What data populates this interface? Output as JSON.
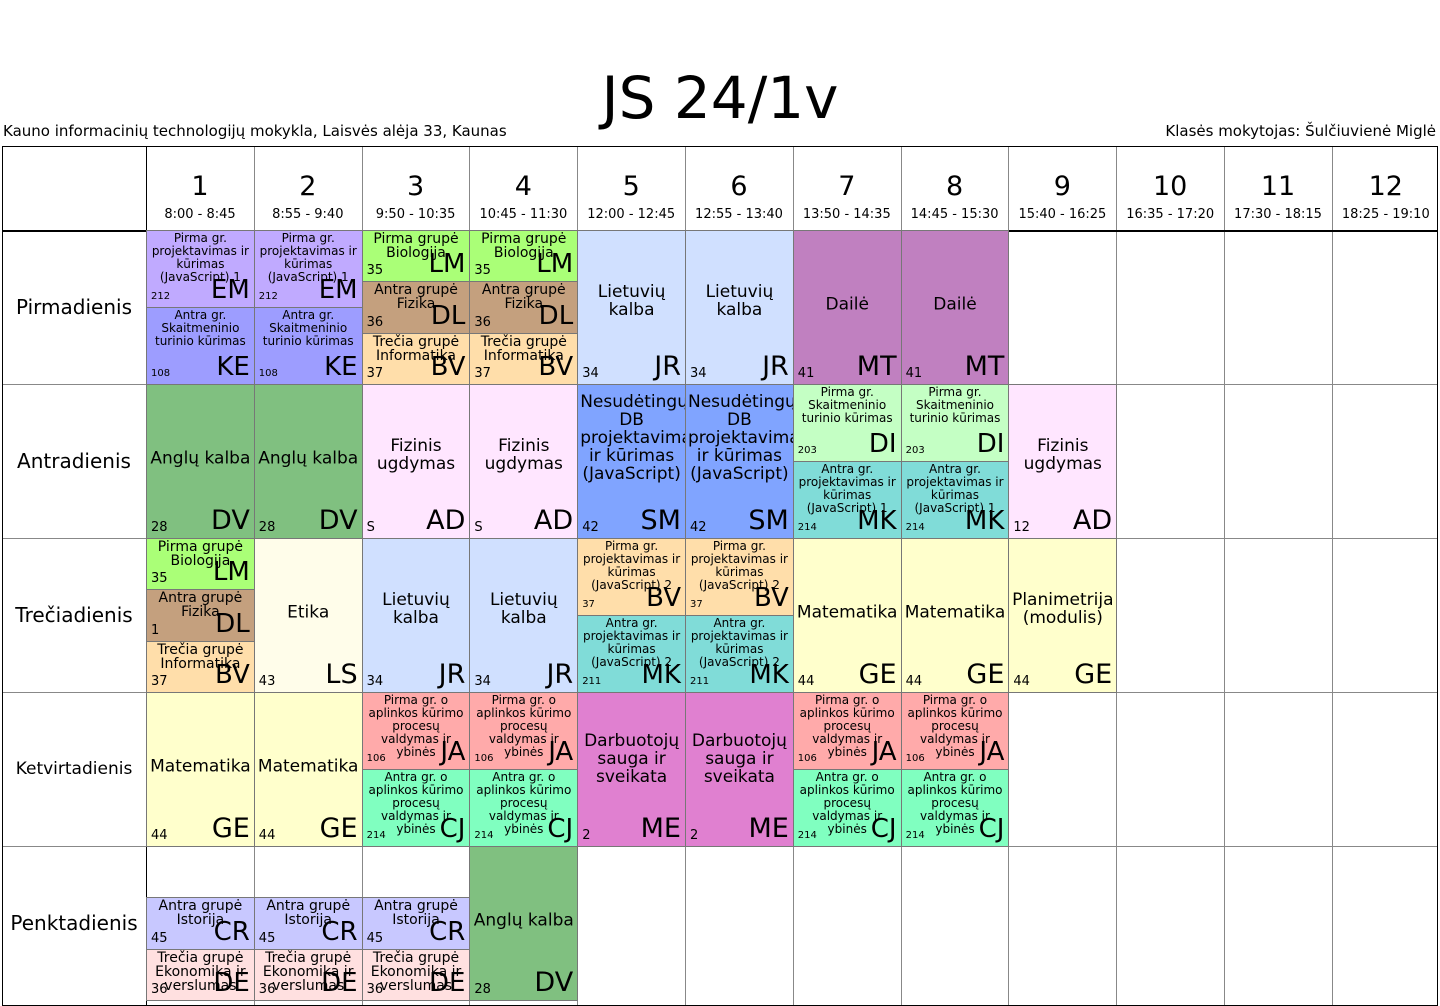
{
  "title": "JS 24/1v",
  "school": "Kauno informacinių technologijų mokykla, Laisvės alėja 33, Kaunas",
  "class_teacher": "Klasės mokytojas: Šulčiuvienė Miglė",
  "periods": [
    {
      "num": "1",
      "time": "8:00 - 8:45"
    },
    {
      "num": "2",
      "time": "8:55 - 9:40"
    },
    {
      "num": "3",
      "time": "9:50 - 10:35"
    },
    {
      "num": "4",
      "time": "10:45 - 11:30"
    },
    {
      "num": "5",
      "time": "12:00 - 12:45"
    },
    {
      "num": "6",
      "time": "12:55 - 13:40"
    },
    {
      "num": "7",
      "time": "13:50 - 14:35"
    },
    {
      "num": "8",
      "time": "14:45 - 15:30"
    },
    {
      "num": "9",
      "time": "15:40 - 16:25"
    },
    {
      "num": "10",
      "time": "16:35 - 17:20"
    },
    {
      "num": "11",
      "time": "17:30 - 18:15"
    },
    {
      "num": "12",
      "time": "18:25 - 19:10"
    }
  ],
  "days": [
    "Pirmadienis",
    "Antradienis",
    "Trečiadienis",
    "Ketvirtadienis",
    "Penktadienis"
  ],
  "colors": {
    "purple_light": "#c0aaff",
    "blue_violet": "#9d9dff",
    "green_lime": "#aaff77",
    "brown": "#c4a07e",
    "peach": "#ffdeaa",
    "light_blue": "#d0e0ff",
    "mauve": "#c080c0",
    "green": "#80c080",
    "pink_light": "#ffe6ff",
    "royal_blue": "#80a4ff",
    "mint": "#c4ffc4",
    "teal": "#80dcd8",
    "cream": "#fffdea",
    "yellow_light": "#ffffcc",
    "salmon": "#ffaaaa",
    "aqua_green": "#80ffc0",
    "magenta": "#e080d0",
    "lavender": "#c8c8ff",
    "rose_light": "#ffe0e0"
  },
  "lessons": [
    {
      "day": 0,
      "p": 0,
      "slot": 0,
      "of": 2,
      "color": "#c0aaff",
      "subject": "Pirma gr. projektavimas ir kūrimas (JavaScript) 1",
      "teacher": "EM",
      "room": "212",
      "sz": "xs"
    },
    {
      "day": 0,
      "p": 0,
      "slot": 1,
      "of": 2,
      "color": "#9d9dff",
      "subject": "Antra gr. Skaitmeninio turinio kūrimas",
      "teacher": "KE",
      "room": "108",
      "sz": "xs"
    },
    {
      "day": 0,
      "p": 1,
      "slot": 0,
      "of": 2,
      "color": "#c0aaff",
      "subject": "Pirma gr. projektavimas ir kūrimas (JavaScript) 1",
      "teacher": "EM",
      "room": "212",
      "sz": "xs"
    },
    {
      "day": 0,
      "p": 1,
      "slot": 1,
      "of": 2,
      "color": "#9d9dff",
      "subject": "Antra gr. Skaitmeninio turinio kūrimas",
      "teacher": "KE",
      "room": "108",
      "sz": "xs"
    },
    {
      "day": 0,
      "p": 2,
      "slot": 0,
      "of": 3,
      "color": "#aaff77",
      "subject": "Pirma grupė Biologija",
      "teacher": "LM",
      "room": "35",
      "sz": "s"
    },
    {
      "day": 0,
      "p": 2,
      "slot": 1,
      "of": 3,
      "color": "#c4a07e",
      "subject": "Antra grupė Fizika",
      "teacher": "DL",
      "room": "36",
      "sz": "s"
    },
    {
      "day": 0,
      "p": 2,
      "slot": 2,
      "of": 3,
      "color": "#ffdeaa",
      "subject": "Trečia grupė Informatika",
      "teacher": "BV",
      "room": "37",
      "sz": "s"
    },
    {
      "day": 0,
      "p": 3,
      "slot": 0,
      "of": 3,
      "color": "#aaff77",
      "subject": "Pirma grupė Biologija",
      "teacher": "LM",
      "room": "35",
      "sz": "s"
    },
    {
      "day": 0,
      "p": 3,
      "slot": 1,
      "of": 3,
      "color": "#c4a07e",
      "subject": "Antra grupė Fizika",
      "teacher": "DL",
      "room": "36",
      "sz": "s"
    },
    {
      "day": 0,
      "p": 3,
      "slot": 2,
      "of": 3,
      "color": "#ffdeaa",
      "subject": "Trečia grupė Informatika",
      "teacher": "BV",
      "room": "37",
      "sz": "s"
    },
    {
      "day": 0,
      "p": 4,
      "slot": 0,
      "of": 1,
      "color": "#d0e0ff",
      "subject": "Lietuvių kalba",
      "teacher": "JR",
      "room": "34"
    },
    {
      "day": 0,
      "p": 5,
      "slot": 0,
      "of": 1,
      "color": "#d0e0ff",
      "subject": "Lietuvių kalba",
      "teacher": "JR",
      "room": "34"
    },
    {
      "day": 0,
      "p": 6,
      "slot": 0,
      "of": 1,
      "color": "#c080c0",
      "subject": "Dailė",
      "teacher": "MT",
      "room": "41"
    },
    {
      "day": 0,
      "p": 7,
      "slot": 0,
      "of": 1,
      "color": "#c080c0",
      "subject": "Dailė",
      "teacher": "MT",
      "room": "41"
    },
    {
      "day": 1,
      "p": 0,
      "slot": 0,
      "of": 1,
      "color": "#80c080",
      "subject": "Anglų kalba",
      "teacher": "DV",
      "room": "28"
    },
    {
      "day": 1,
      "p": 1,
      "slot": 0,
      "of": 1,
      "color": "#80c080",
      "subject": "Anglų kalba",
      "teacher": "DV",
      "room": "28"
    },
    {
      "day": 1,
      "p": 2,
      "slot": 0,
      "of": 1,
      "color": "#ffe6ff",
      "subject": "Fizinis ugdymas",
      "teacher": "AD",
      "room": "S"
    },
    {
      "day": 1,
      "p": 3,
      "slot": 0,
      "of": 1,
      "color": "#ffe6ff",
      "subject": "Fizinis ugdymas",
      "teacher": "AD",
      "room": "S"
    },
    {
      "day": 1,
      "p": 4,
      "slot": 0,
      "of": 1,
      "color": "#80a4ff",
      "subject": "Nesudėtingų DB projektavimas ir kūrimas (JavaScript)",
      "teacher": "SM",
      "room": "42",
      "top": true
    },
    {
      "day": 1,
      "p": 5,
      "slot": 0,
      "of": 1,
      "color": "#80a4ff",
      "subject": "Nesudėtingų DB projektavimas ir kūrimas (JavaScript)",
      "teacher": "SM",
      "room": "42",
      "top": true
    },
    {
      "day": 1,
      "p": 6,
      "slot": 0,
      "of": 2,
      "color": "#c4ffc4",
      "subject": "Pirma gr. Skaitmeninio turinio kūrimas",
      "teacher": "DI",
      "room": "203",
      "sz": "xs"
    },
    {
      "day": 1,
      "p": 6,
      "slot": 1,
      "of": 2,
      "color": "#80dcd8",
      "subject": "Antra gr. projektavimas ir kūrimas (JavaScript) 1",
      "teacher": "MK",
      "room": "214",
      "sz": "xs"
    },
    {
      "day": 1,
      "p": 7,
      "slot": 0,
      "of": 2,
      "color": "#c4ffc4",
      "subject": "Pirma gr. Skaitmeninio turinio kūrimas",
      "teacher": "DI",
      "room": "203",
      "sz": "xs"
    },
    {
      "day": 1,
      "p": 7,
      "slot": 1,
      "of": 2,
      "color": "#80dcd8",
      "subject": "Antra gr. projektavimas ir kūrimas (JavaScript) 1",
      "teacher": "MK",
      "room": "214",
      "sz": "xs"
    },
    {
      "day": 1,
      "p": 8,
      "slot": 0,
      "of": 1,
      "color": "#ffe6ff",
      "subject": "Fizinis ugdymas",
      "teacher": "AD",
      "room": "12"
    },
    {
      "day": 2,
      "p": 0,
      "slot": 0,
      "of": 3,
      "color": "#aaff77",
      "subject": "Pirma grupė Biologija",
      "teacher": "LM",
      "room": "35",
      "sz": "s"
    },
    {
      "day": 2,
      "p": 0,
      "slot": 1,
      "of": 3,
      "color": "#c4a07e",
      "subject": "Antra grupė Fizika",
      "teacher": "DL",
      "room": "1",
      "sz": "s"
    },
    {
      "day": 2,
      "p": 0,
      "slot": 2,
      "of": 3,
      "color": "#ffdeaa",
      "subject": "Trečia grupė Informatika",
      "teacher": "BV",
      "room": "37",
      "sz": "s"
    },
    {
      "day": 2,
      "p": 1,
      "slot": 0,
      "of": 1,
      "color": "#fffdea",
      "subject": "Etika",
      "teacher": "LS",
      "room": "43"
    },
    {
      "day": 2,
      "p": 2,
      "slot": 0,
      "of": 1,
      "color": "#d0e0ff",
      "subject": "Lietuvių kalba",
      "teacher": "JR",
      "room": "34"
    },
    {
      "day": 2,
      "p": 3,
      "slot": 0,
      "of": 1,
      "color": "#d0e0ff",
      "subject": "Lietuvių kalba",
      "teacher": "JR",
      "room": "34"
    },
    {
      "day": 2,
      "p": 4,
      "slot": 0,
      "of": 2,
      "color": "#ffdeaa",
      "subject": "Pirma gr. projektavimas ir kūrimas (JavaScript) 2",
      "teacher": "BV",
      "room": "37",
      "sz": "xs"
    },
    {
      "day": 2,
      "p": 4,
      "slot": 1,
      "of": 2,
      "color": "#80dcd8",
      "subject": "Antra gr. projektavimas ir kūrimas (JavaScript) 2",
      "teacher": "MK",
      "room": "211",
      "sz": "xs"
    },
    {
      "day": 2,
      "p": 5,
      "slot": 0,
      "of": 2,
      "color": "#ffdeaa",
      "subject": "Pirma gr. projektavimas ir kūrimas (JavaScript) 2",
      "teacher": "BV",
      "room": "37",
      "sz": "xs"
    },
    {
      "day": 2,
      "p": 5,
      "slot": 1,
      "of": 2,
      "color": "#80dcd8",
      "subject": "Antra gr. projektavimas ir kūrimas (JavaScript) 2",
      "teacher": "MK",
      "room": "211",
      "sz": "xs"
    },
    {
      "day": 2,
      "p": 6,
      "slot": 0,
      "of": 1,
      "color": "#ffffcc",
      "subject": "Matematika",
      "teacher": "GE",
      "room": "44"
    },
    {
      "day": 2,
      "p": 7,
      "slot": 0,
      "of": 1,
      "color": "#ffffcc",
      "subject": "Matematika",
      "teacher": "GE",
      "room": "44"
    },
    {
      "day": 2,
      "p": 8,
      "slot": 0,
      "of": 1,
      "color": "#ffffcc",
      "subject": "Planimetrija (modulis)",
      "teacher": "GE",
      "room": "44"
    },
    {
      "day": 3,
      "p": 0,
      "slot": 0,
      "of": 1,
      "color": "#ffffcc",
      "subject": "Matematika",
      "teacher": "GE",
      "room": "44"
    },
    {
      "day": 3,
      "p": 1,
      "slot": 0,
      "of": 1,
      "color": "#ffffcc",
      "subject": "Matematika",
      "teacher": "GE",
      "room": "44"
    },
    {
      "day": 3,
      "p": 2,
      "slot": 0,
      "of": 2,
      "color": "#ffaaaa",
      "subject": "Pirma gr. o aplinkos kūrimo procesų valdymas ir ybinės",
      "teacher": "JA",
      "room": "106",
      "sz": "xs"
    },
    {
      "day": 3,
      "p": 2,
      "slot": 1,
      "of": 2,
      "color": "#80ffc0",
      "subject": "Antra gr. o aplinkos kūrimo procesų valdymas ir ybinės",
      "teacher": "CJ",
      "room": "214",
      "sz": "xs"
    },
    {
      "day": 3,
      "p": 3,
      "slot": 0,
      "of": 2,
      "color": "#ffaaaa",
      "subject": "Pirma gr. o aplinkos kūrimo procesų valdymas ir ybinės",
      "teacher": "JA",
      "room": "106",
      "sz": "xs"
    },
    {
      "day": 3,
      "p": 3,
      "slot": 1,
      "of": 2,
      "color": "#80ffc0",
      "subject": "Antra gr. o aplinkos kūrimo procesų valdymas ir ybinės",
      "teacher": "CJ",
      "room": "214",
      "sz": "xs"
    },
    {
      "day": 3,
      "p": 4,
      "slot": 0,
      "of": 1,
      "color": "#e080d0",
      "subject": "Darbuotojų sauga ir sveikata",
      "teacher": "ME",
      "room": "2"
    },
    {
      "day": 3,
      "p": 5,
      "slot": 0,
      "of": 1,
      "color": "#e080d0",
      "subject": "Darbuotojų sauga ir sveikata",
      "teacher": "ME",
      "room": "2"
    },
    {
      "day": 3,
      "p": 6,
      "slot": 0,
      "of": 2,
      "color": "#ffaaaa",
      "subject": "Pirma gr. o aplinkos kūrimo procesų valdymas ir ybinės",
      "teacher": "JA",
      "room": "106",
      "sz": "xs"
    },
    {
      "day": 3,
      "p": 6,
      "slot": 1,
      "of": 2,
      "color": "#80ffc0",
      "subject": "Antra gr. o aplinkos kūrimo procesų valdymas ir ybinės",
      "teacher": "CJ",
      "room": "214",
      "sz": "xs"
    },
    {
      "day": 3,
      "p": 7,
      "slot": 0,
      "of": 2,
      "color": "#ffaaaa",
      "subject": "Pirma gr. o aplinkos kūrimo procesų valdymas ir ybinės",
      "teacher": "JA",
      "room": "106",
      "sz": "xs"
    },
    {
      "day": 3,
      "p": 7,
      "slot": 1,
      "of": 2,
      "color": "#80ffc0",
      "subject": "Antra gr. o aplinkos kūrimo procesų valdymas ir ybinės",
      "teacher": "CJ",
      "room": "214",
      "sz": "xs"
    },
    {
      "day": 4,
      "p": 0,
      "slot": 1,
      "of": 3,
      "color": "#c8c8ff",
      "subject": "Antra grupė Istorija",
      "teacher": "CR",
      "room": "45",
      "sz": "s"
    },
    {
      "day": 4,
      "p": 0,
      "slot": 2,
      "of": 3,
      "color": "#ffe0e0",
      "subject": "Trečia grupė Ekonomika ir verslumas",
      "teacher": "DE",
      "room": "36",
      "sz": "s"
    },
    {
      "day": 4,
      "p": 1,
      "slot": 1,
      "of": 3,
      "color": "#c8c8ff",
      "subject": "Antra grupė Istorija",
      "teacher": "CR",
      "room": "45",
      "sz": "s"
    },
    {
      "day": 4,
      "p": 1,
      "slot": 2,
      "of": 3,
      "color": "#ffe0e0",
      "subject": "Trečia grupė Ekonomika ir verslumas",
      "teacher": "DE",
      "room": "36",
      "sz": "s"
    },
    {
      "day": 4,
      "p": 2,
      "slot": 1,
      "of": 3,
      "color": "#c8c8ff",
      "subject": "Antra grupė Istorija",
      "teacher": "CR",
      "room": "45",
      "sz": "s"
    },
    {
      "day": 4,
      "p": 2,
      "slot": 2,
      "of": 3,
      "color": "#ffe0e0",
      "subject": "Trečia grupė Ekonomika ir verslumas",
      "teacher": "DE",
      "room": "36",
      "sz": "s"
    },
    {
      "day": 4,
      "p": 3,
      "slot": 0,
      "of": 1,
      "color": "#80c080",
      "subject": "Anglų kalba",
      "teacher": "DV",
      "room": "28"
    }
  ]
}
